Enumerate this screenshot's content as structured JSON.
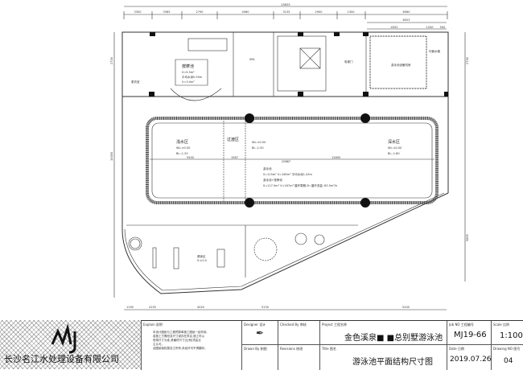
{
  "drawing": {
    "top_dims": {
      "total": "25635",
      "segments": [
        "3300",
        "3365",
        "2790",
        "4960",
        "3135",
        "2900",
        "1300",
        "6560"
      ],
      "sub": [
        "6553",
        "4552",
        "1200",
        "500"
      ]
    },
    "bottom_dims": [
      "1190",
      "4155",
      "4020",
      "5130",
      "5200"
    ],
    "side_dims": [
      "2700",
      "10050",
      "5855",
      "2700"
    ],
    "rooms": {
      "massage_pool": {
        "name": "按摩池",
        "area": "S=5.5m²",
        "depth": "平均水深0.55m",
        "volume": "V=3.0m³"
      },
      "spa": "SPA",
      "equipment_room": "游泳池设备机房",
      "balance_tank": "均衡水箱",
      "shower": "更衣室",
      "elevator_door": "电梯门",
      "gym": {
        "name": "健身区",
        "elev": "S:±0.0"
      }
    },
    "pool": {
      "shallow": {
        "name": "浅水区",
        "wl": "WL:±0.00",
        "bl": "BL:-1.20"
      },
      "transition": {
        "name": "过渡区",
        "wl": "WL:±0.00",
        "bl": "BL:-1.50"
      },
      "deep": {
        "name": "深水区",
        "wl": "WL:±0.00",
        "bl": "BL:-1.80"
      },
      "dims": [
        "5500",
        "1567",
        "12800",
        "20867"
      ],
      "info": [
        "游泳池",
        "S=115m² V=165m³  平均水深1.43m",
        "游泳池+按摩池",
        "S=117.5m² V=167m³  循环周期:2h   循环流量: 83.5m³/h"
      ]
    }
  },
  "title_block": {
    "company": "长沙名江水处理设备有限公司",
    "explain_label": "Explain 说明",
    "explain_text": [
      "本设计图纸与工程预算单施工图纸一起作用,",
      "若施工方需改变尺寸或存在异议,施工时以",
      "现场尺寸为准,其最终尺寸(比例)须由业",
      "主认可。",
      "此图纸版权属名江所有,未经许可不得翻印。"
    ],
    "designer_label": "Designer 设计",
    "checked_label": "Checked By 审核",
    "drawn_label": "Drawn By 制图",
    "revisions_label": "Revisions 修改",
    "project_label": "Project 工程名称",
    "project": "金色溪泉■ ■总别墅游泳池",
    "title_label": "Title 图名",
    "title": "游泳池平面结构尺寸图",
    "job_label": "Job NO 工程编号",
    "job": "MJ19-66",
    "scale_label": "Scale 比例",
    "scale": "1:100",
    "date_label": "Date 日期",
    "date": "2019.07.26",
    "drawing_no_label": "Drawing NO 图号",
    "drawing_no": "04"
  }
}
